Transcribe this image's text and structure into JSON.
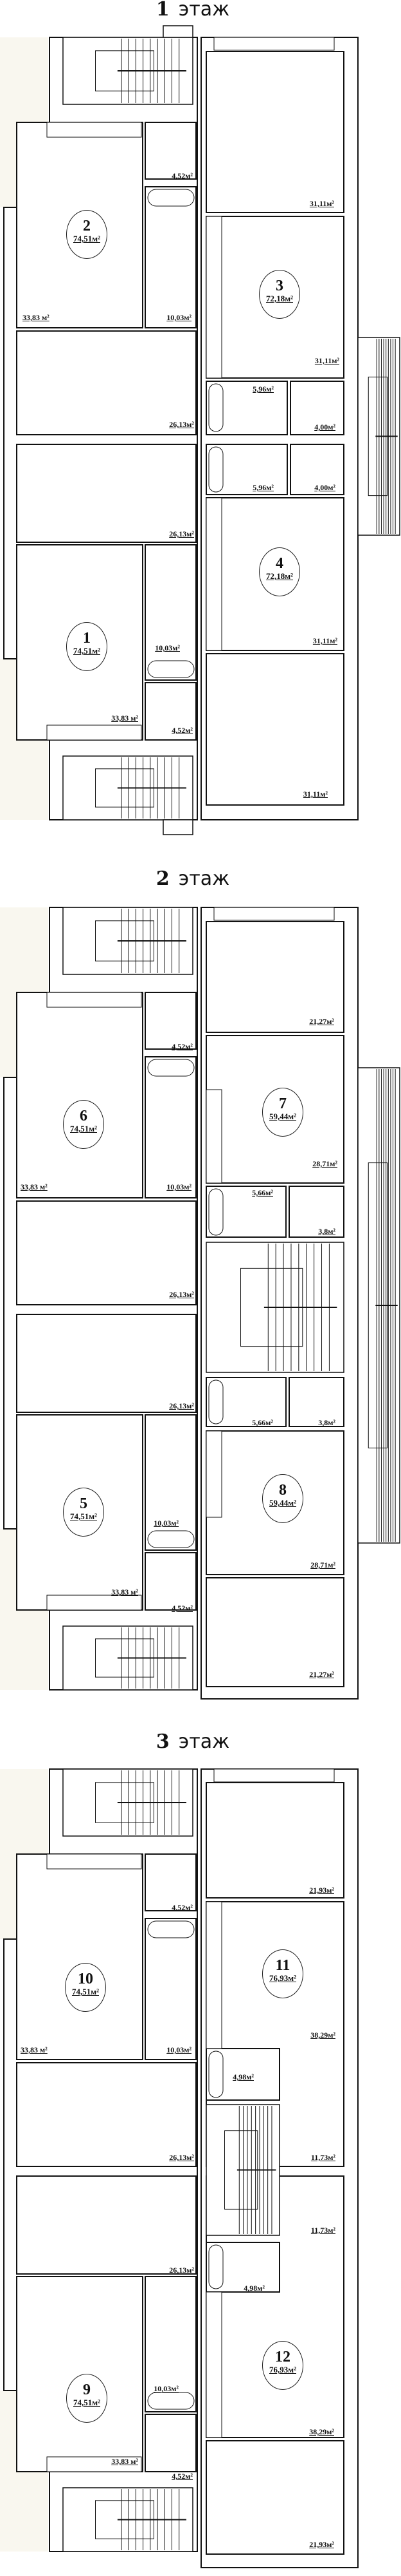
{
  "floors": [
    {
      "number": "1",
      "label": "этаж",
      "apartments": [
        {
          "number": "2",
          "area": "74,51м²"
        },
        {
          "number": "3",
          "area": "72,18м²"
        },
        {
          "number": "4",
          "area": "72,18м²"
        },
        {
          "number": "1",
          "area": "74,51м²"
        }
      ],
      "rooms": [
        "4,52м²",
        "33,83 м²",
        "10,03м²",
        "26,13м²",
        "31,11м²",
        "31,11м²",
        "5,96м²",
        "4,00м²",
        "26,13м²",
        "5,96м²",
        "4,00м²",
        "31,11м²",
        "10,03м²",
        "33,83 м²",
        "4,52м²",
        "31,11м²"
      ]
    },
    {
      "number": "2",
      "label": "этаж",
      "apartments": [
        {
          "number": "6",
          "area": "74,51м²"
        },
        {
          "number": "7",
          "area": "59,44м²"
        },
        {
          "number": "8",
          "area": "59,44м²"
        },
        {
          "number": "5",
          "area": "74,51м²"
        }
      ],
      "rooms": [
        "4,52м²",
        "33,83 м²",
        "10,03м²",
        "21,27м²",
        "28,71м²",
        "5,66м²",
        "3,8м²",
        "26,13м²",
        "26,13м²",
        "5,66м²",
        "3,8м²",
        "28,71м²",
        "10,03м²",
        "33,83 м²",
        "4,52м²",
        "21,27м²"
      ]
    },
    {
      "number": "3",
      "label": "этаж",
      "apartments": [
        {
          "number": "10",
          "area": "74,51м²"
        },
        {
          "number": "11",
          "area": "76,93м²"
        },
        {
          "number": "12",
          "area": "76,93м²"
        },
        {
          "number": "9",
          "area": "74,51м²"
        }
      ],
      "rooms": [
        "4,52м²",
        "33,83 м²",
        "10,03м²",
        "21,93м²",
        "38,29м²",
        "4,98м²",
        "26,13м²",
        "11,73м²",
        "26,13м²",
        "11,73м²",
        "4,98м²",
        "38,29м²",
        "10,03м²",
        "33,83 м²",
        "4,52м²",
        "21,93м²"
      ]
    }
  ],
  "colors": {
    "line": "#111111",
    "ground": "#f9f7ef",
    "wall_fill": "#ffffff"
  }
}
